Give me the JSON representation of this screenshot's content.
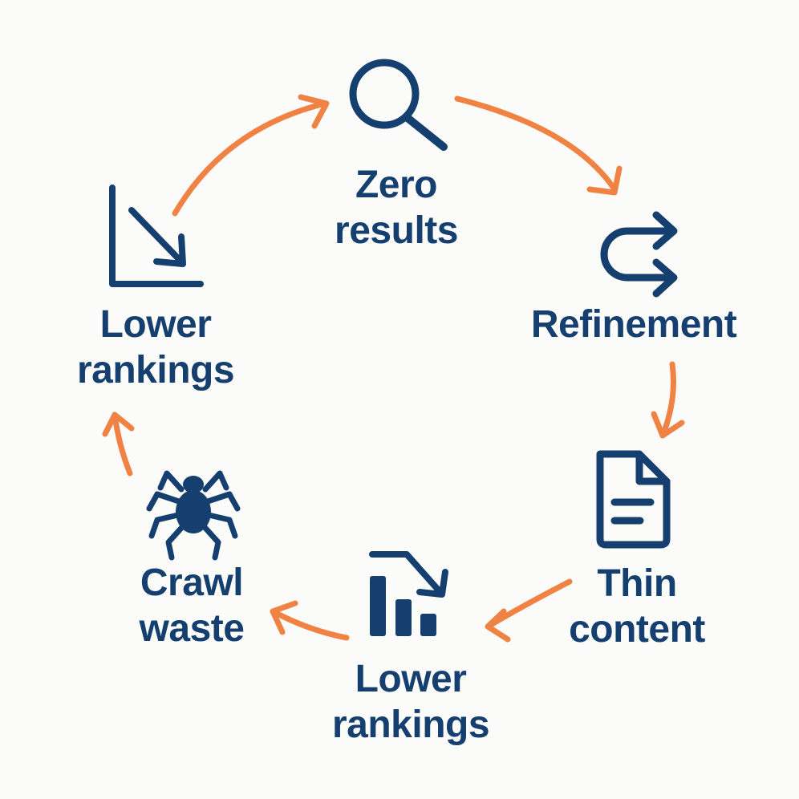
{
  "colors": {
    "background": "#fbfbfa",
    "navy": "#153f6e",
    "orange": "#f08243"
  },
  "nodes": [
    {
      "id": "zero-results",
      "icon": "search-icon",
      "lines": [
        "Zero",
        "results"
      ]
    },
    {
      "id": "refinement",
      "icon": "redirect-arrow-icon",
      "lines": [
        "Refinement"
      ]
    },
    {
      "id": "thin-content",
      "icon": "document-icon",
      "lines": [
        "Thin",
        "content"
      ]
    },
    {
      "id": "lower-rankings-bottom",
      "icon": "bar-chart-decline-icon",
      "lines": [
        "Lower",
        "rankings"
      ]
    },
    {
      "id": "crawl-waste",
      "icon": "spider-icon",
      "lines": [
        "Crawl",
        "waste"
      ]
    },
    {
      "id": "lower-rankings-left",
      "icon": "trend-down-icon",
      "lines": [
        "Lower",
        "rankings"
      ]
    }
  ]
}
